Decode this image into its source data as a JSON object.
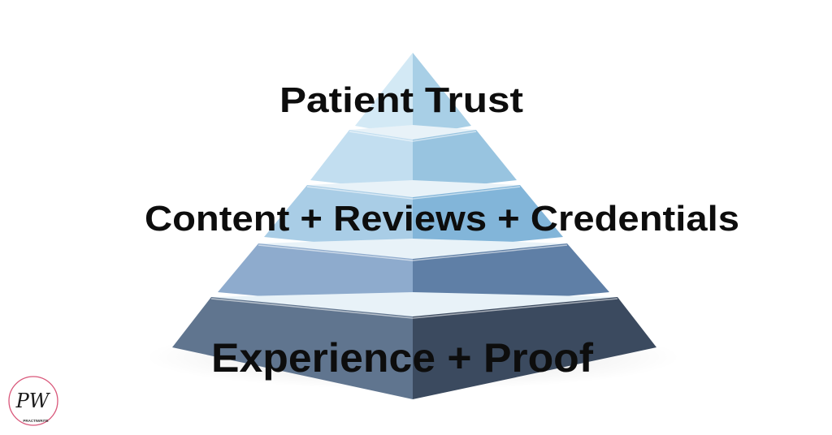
{
  "diagram": {
    "type": "pyramid",
    "labels": {
      "top": "Patient Trust",
      "middle": "Content + Reviews + Credentials",
      "bottom": "Experience + Proof"
    },
    "tier_count": 5,
    "tier_colors": [
      {
        "left": "#d3e9f5",
        "right": "#a8cfe6"
      },
      {
        "left": "#c2def0",
        "right": "#98c4e0"
      },
      {
        "left": "#a9cde6",
        "right": "#82b5d9"
      },
      {
        "left": "#8eabcd",
        "right": "#5f7fa6"
      },
      {
        "left": "#60758f",
        "right": "#3b4a5f"
      }
    ]
  },
  "logo": {
    "initials": "PW",
    "brand": "PRACTIWRITE",
    "ring_color": "#d9577a"
  }
}
